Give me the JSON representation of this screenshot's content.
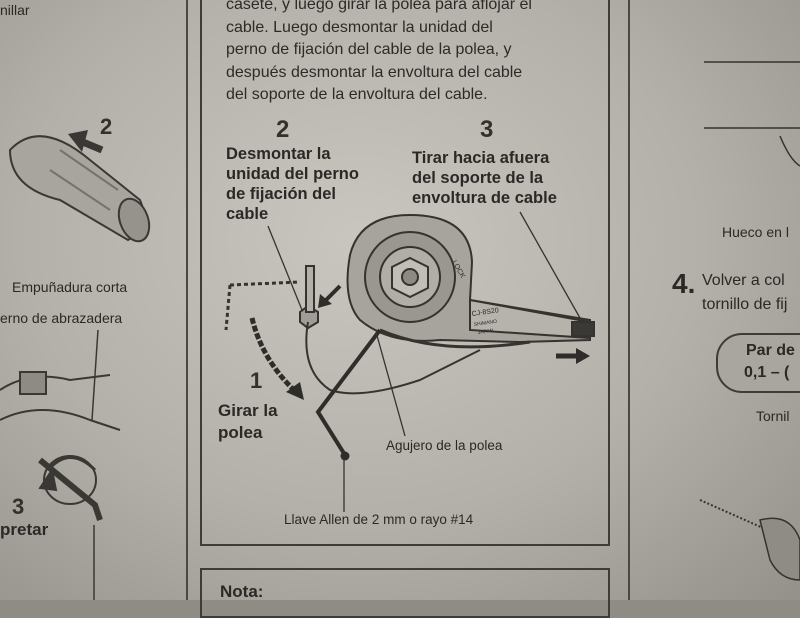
{
  "left_column": {
    "top_fragment": "nillar",
    "left_num_2": "2",
    "grip_caption": "Empuñadura corta",
    "clamp_caption": "erno de abrazadera",
    "left_num_3": "3",
    "tighten_fragment": "pretar"
  },
  "instructions": {
    "lines": [
      "casete, y luego girar la polea para aflojar el",
      "cable. Luego desmontar la unidad del",
      "perno de fijación del cable de la polea, y",
      "después desmontar la envoltura del cable",
      "del soporte de la envoltura del cable."
    ]
  },
  "diagram": {
    "step2_num": "2",
    "step2_lines": [
      "Desmontar la",
      "unidad del perno",
      "de fijación del",
      "cable"
    ],
    "step3_num": "3",
    "step3_lines": [
      "Tirar hacia afuera",
      "del soporte de la",
      "envoltura de cable"
    ],
    "step1_num": "1",
    "step1_lines": [
      "Girar la",
      "polea"
    ],
    "pulley_hole_label": "Agujero de la polea",
    "allen_label": "Llave Allen de 2 mm o rayo #14",
    "part_marking": "CJ-8S20",
    "brand_marking": "SHIMANO",
    "origin_marking": "JAPAN",
    "lock_marking": "LOCK"
  },
  "nota": {
    "label": "Nota:"
  },
  "right_column": {
    "hole_fragment": "Hueco en l",
    "step4_num": "4.",
    "step4_line1": "Volver a col",
    "step4_line2": "tornillo de fij",
    "torque_title": "Par de",
    "torque_value": "0,1 – (",
    "screw_fragment": "Tornil"
  }
}
